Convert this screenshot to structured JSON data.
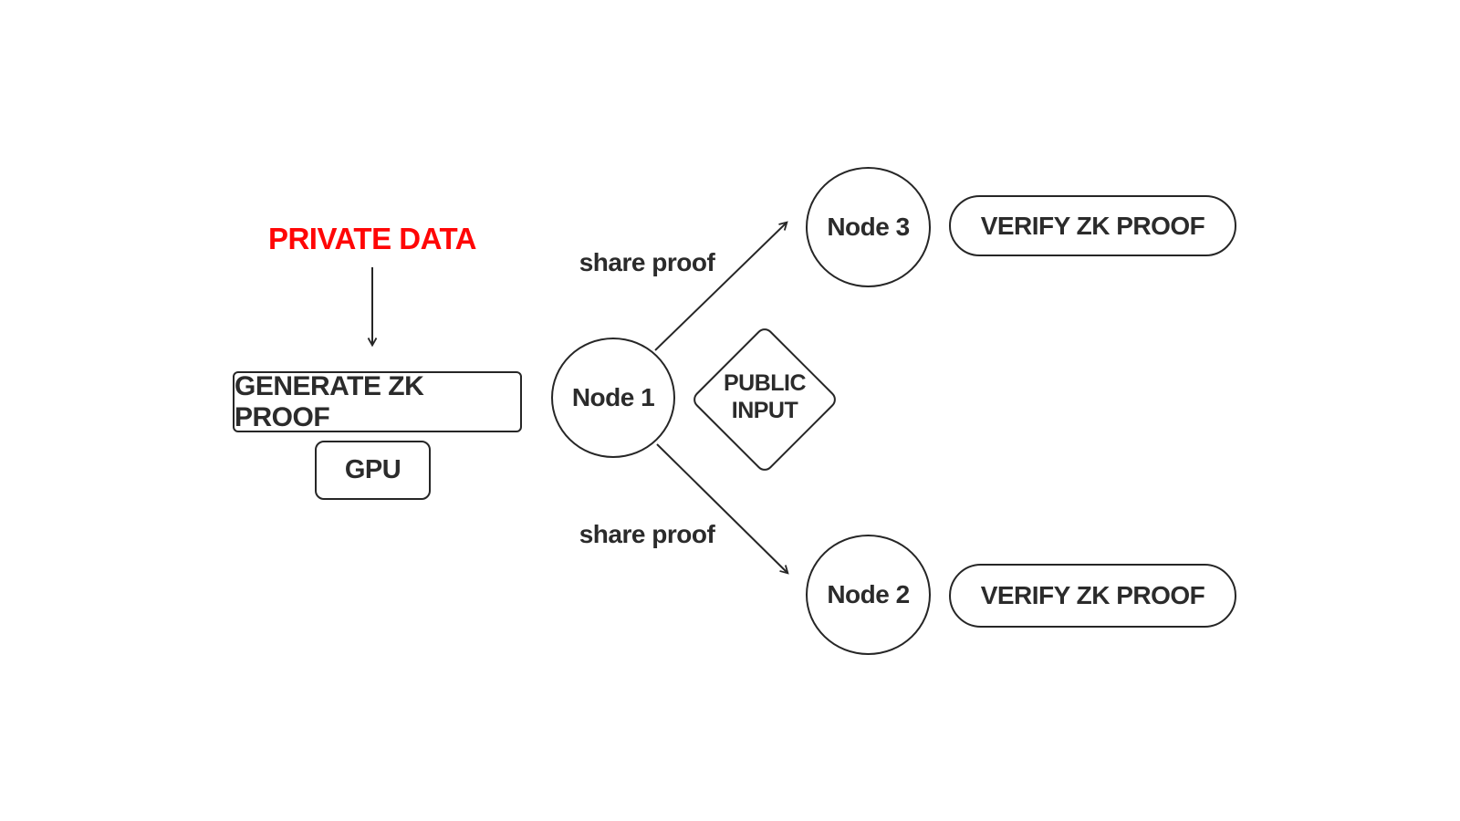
{
  "diagram": {
    "private_data": "PRIVATE DATA",
    "generate_zk_proof": "GENERATE ZK PROOF",
    "gpu": "GPU",
    "node1": "Node 1",
    "node2": "Node 2",
    "node3": "Node 3",
    "public_input": {
      "line1": "PUBLIC",
      "line2": "INPUT"
    },
    "share_proof_top": "share proof",
    "share_proof_bottom": "share proof",
    "verify_zk_proof_top": "VERIFY ZK PROOF",
    "verify_zk_proof_bottom": "VERIFY ZK PROOF",
    "colors": {
      "private_data_red": "#ff0606",
      "stroke": "#262626",
      "text": "#2b2b2b",
      "background": "#ffffff"
    }
  }
}
